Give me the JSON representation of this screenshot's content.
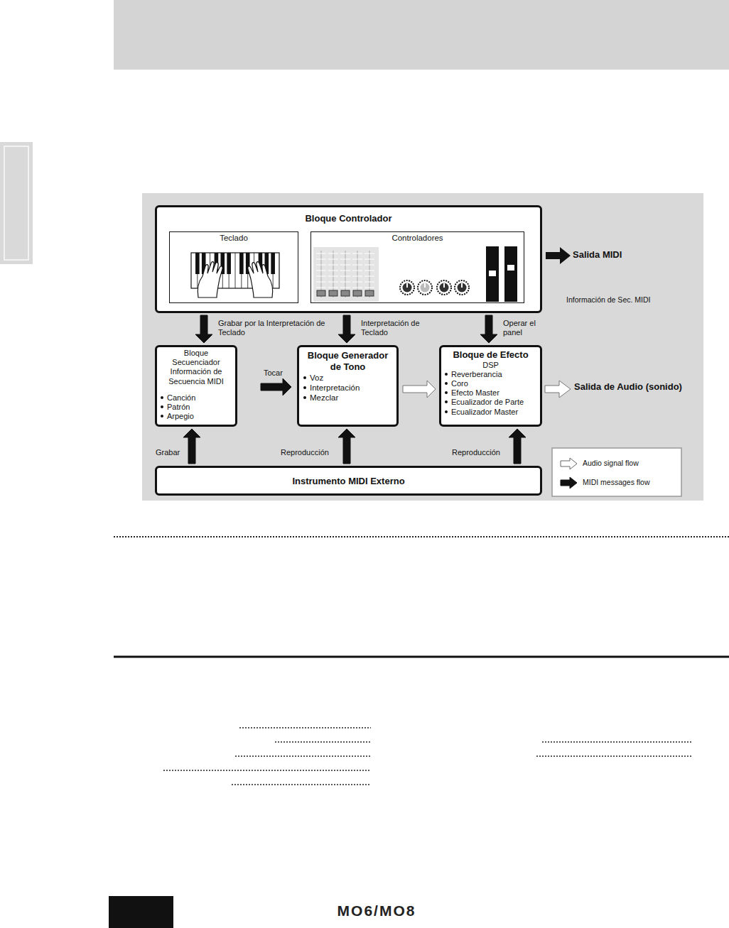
{
  "diagram": {
    "nodes": [
      {
        "text": [
          "Bloque Controlador"
        ]
      },
      {
        "text": [
          "Teclado"
        ],
        "in": 0
      },
      {
        "text": [
          "Controladores"
        ],
        "in": 0
      },
      {
        "text": [
          "Bloque Secuenciador Información de Secuencia MIDI",
          "Canción",
          "Patrón",
          "Arpegio"
        ]
      },
      {
        "text": [
          "Bloque Generador de Tono",
          "Voz",
          "Interpretación",
          "Mezclar"
        ]
      },
      {
        "text": [
          "Bloque de Efecto",
          "DSP",
          "Reverberancia",
          "Coro",
          "Efecto Master",
          "Ecualizador de Parte",
          "Ecualizador Master"
        ]
      },
      {
        "text": [
          "Instrumento MIDI Externo"
        ]
      }
    ],
    "edges": [
      {
        "from": 0,
        "to": 3,
        "label": "Grabar por la Interpretación de Teclado",
        "arrow": "to"
      },
      {
        "from": 0,
        "to": 4,
        "label": "Interpretación de Teclado",
        "arrow": "to"
      },
      {
        "from": 0,
        "to": 5,
        "label": "Operar el panel",
        "arrow": "to"
      },
      {
        "from": 3,
        "to": 4,
        "label": "Tocar",
        "arrow": "to"
      },
      {
        "from": 4,
        "to": 5,
        "arrow": "to"
      },
      {
        "from": 6,
        "to": 3,
        "label": "Grabar",
        "arrow": "to"
      },
      {
        "from": 6,
        "to": 4,
        "label": "Reproducción",
        "arrow": "to"
      },
      {
        "from": 6,
        "to": 5,
        "label": "Reproducción",
        "arrow": "to"
      }
    ],
    "labels": [
      "Salida MIDI",
      "Información de Sec. MIDI",
      "Salida de Audio (sonido)",
      "MO6/MO8"
    ],
    "legend": [
      {
        "text": "Audio signal flow"
      },
      {
        "text": "MIDI messages flow"
      }
    ]
  }
}
